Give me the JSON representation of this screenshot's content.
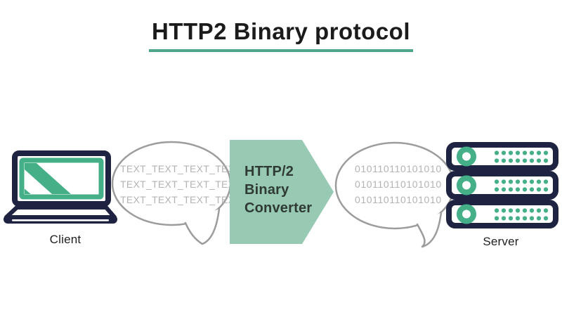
{
  "title": "HTTP2 Binary protocol",
  "client": {
    "label": "Client"
  },
  "server": {
    "label": "Server"
  },
  "converter": {
    "lines": [
      "HTTP/2",
      "Binary",
      "Converter"
    ]
  },
  "bubbles": {
    "text": {
      "lines": [
        "TEXT_TEXT_TEXT_TEXT",
        "TEXT_TEXT_TEXT_TEXT",
        "TEXT_TEXT_TEXT_TEXT"
      ]
    },
    "binary": {
      "lines": [
        "010110110101010",
        "010110110101010",
        "010110110101010"
      ]
    }
  },
  "colors": {
    "navy": "#1d2340",
    "green": "#45af88",
    "converter_fill": "#97c9b3",
    "title_underline": "#4da58c",
    "bubble_outline": "#9c9c9c",
    "bubble_text": "#b3b3b3",
    "title_text": "#1b1b1b",
    "converter_text": "#303a35"
  }
}
